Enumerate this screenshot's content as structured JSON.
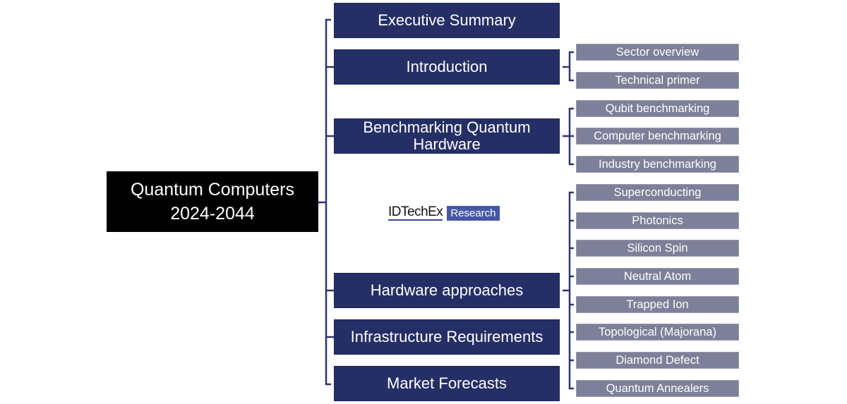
{
  "root": {
    "title_line1": "Quantum Computers",
    "title_line2": "2024-2044"
  },
  "logo": {
    "brand": "IDTechEx",
    "tag": "Research"
  },
  "sections": [
    {
      "label": "Executive Summary"
    },
    {
      "label": "Introduction"
    },
    {
      "label": "Benchmarking Quantum Hardware"
    },
    {
      "label": "Hardware approaches"
    },
    {
      "label": "Infrastructure Requirements"
    },
    {
      "label": "Market Forecasts"
    }
  ],
  "subsections": {
    "introduction": [
      "Sector overview",
      "Technical primer"
    ],
    "benchmarking": [
      "Qubit benchmarking",
      "Computer benchmarking",
      "Industry benchmarking"
    ],
    "hardware": [
      "Superconducting",
      "Photonics",
      "Silicon Spin",
      "Neutral Atom",
      "Trapped Ion",
      "Topological (Majorana)",
      "Diamond Defect",
      "Quantum Annealers"
    ]
  },
  "colors": {
    "section": "#252f66",
    "subsection": "#7e7f98",
    "root": "#000000",
    "connector": "#252f66"
  }
}
